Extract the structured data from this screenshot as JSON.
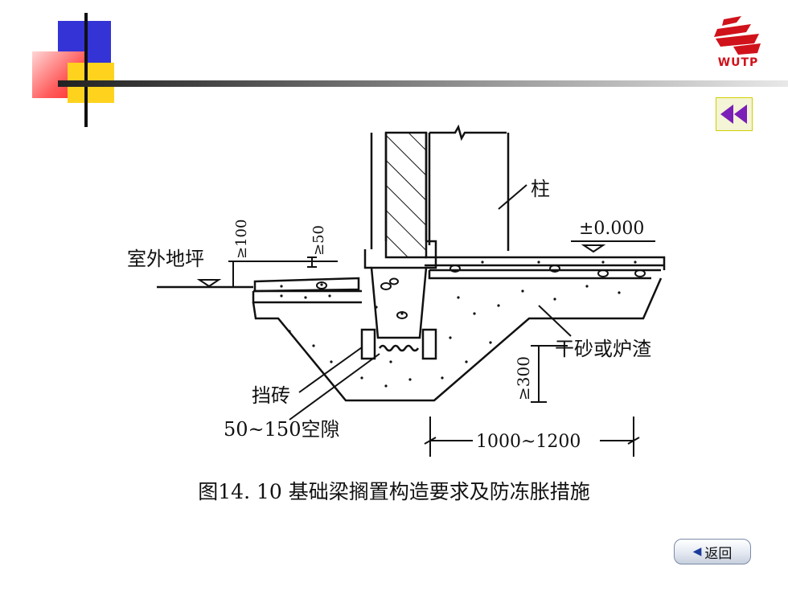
{
  "slide": {
    "logo_text": "WUTP",
    "caption": "图14. 10 基础梁搁置构造要求及防冻胀措施",
    "return_label": "返回"
  },
  "diagram": {
    "labels": {
      "column": "柱",
      "elevation": "±0.000",
      "outdoor_ground": "室外地坪",
      "dim_100": "≥100",
      "dim_50": "≥50",
      "fill": "干砂或炉渣",
      "dim_300": "≥300",
      "block_brick": "挡砖",
      "gap": "50~150空隙",
      "width": "1000~1200"
    }
  },
  "colors": {
    "blue_square": "#3333d6",
    "red_square": "#ff3b3b",
    "yellow_square": "#ffd21e",
    "logo_red": "#d0121b",
    "back_icon_purple": "#7a1fb8"
  }
}
